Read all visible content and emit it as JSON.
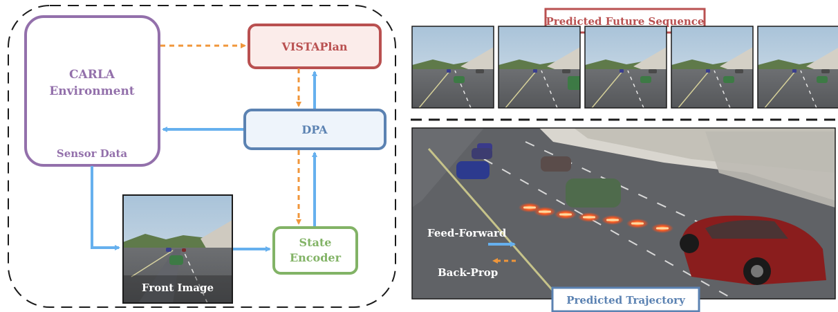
{
  "left_panel": {
    "carla": {
      "title_line1": "CARLA",
      "title_line2": "Environment",
      "sub_label": "Sensor Data"
    },
    "vistaplan": {
      "label": "VISTAPlan"
    },
    "dpa": {
      "label": "DPA"
    },
    "state_encoder": {
      "line1": "State",
      "line2": "Encoder"
    },
    "front_image": {
      "label": "Front Image"
    }
  },
  "right_panel": {
    "future_sequence": {
      "title": "Predicted Future Sequence",
      "frame_count": 5
    },
    "trajectory": {
      "title": "Predicted Trajectory"
    },
    "legend": {
      "feed_forward": "Feed-Forward",
      "back_prop": "Back-Prop"
    }
  },
  "colors": {
    "purple": "#9370ab",
    "red": "#b95050",
    "red_fill": "#fbecea",
    "blue": "#5b82b2",
    "blue_fill": "#eef4fb",
    "green": "#82b366",
    "arrow_blue": "#66b0ee",
    "arrow_orange": "#f0963a",
    "trajectory_glow": "#ff4a1a"
  }
}
